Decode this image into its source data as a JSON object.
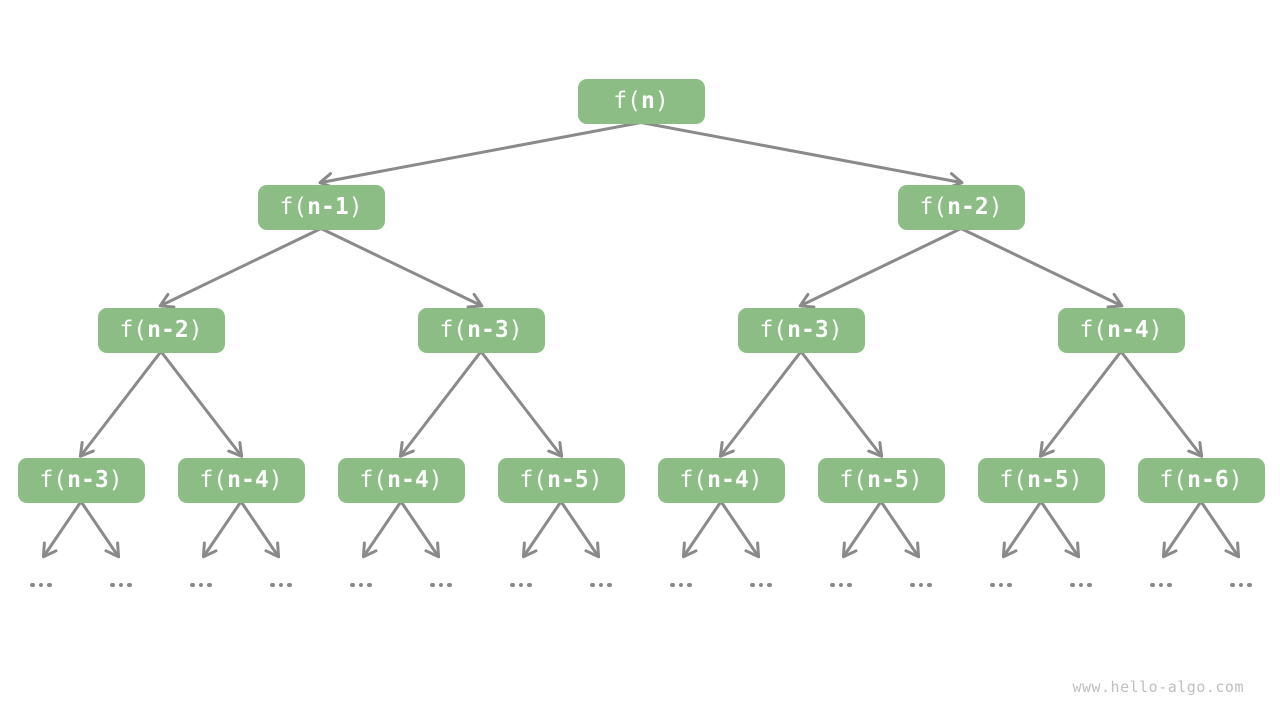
{
  "diagram": {
    "node_label_prefix": "f(",
    "node_label_suffix": ")",
    "levels": [
      [
        "n"
      ],
      [
        "n-1",
        "n-2"
      ],
      [
        "n-2",
        "n-3",
        "n-3",
        "n-4"
      ],
      [
        "n-3",
        "n-4",
        "n-4",
        "n-5",
        "n-4",
        "n-5",
        "n-5",
        "n-6"
      ]
    ],
    "node_labels_full": [
      [
        "f(n)"
      ],
      [
        "f(n-1)",
        "f(n-2)"
      ],
      [
        "f(n-2)",
        "f(n-3)",
        "f(n-3)",
        "f(n-4)"
      ],
      [
        "f(n-3)",
        "f(n-4)",
        "f(n-4)",
        "f(n-5)",
        "f(n-4)",
        "f(n-5)",
        "f(n-5)",
        "f(n-6)"
      ]
    ],
    "leaf_ellipsis": {
      "symbol": "...",
      "count": 16
    },
    "colors": {
      "background": "#ffffff",
      "node_fill": "#8bbd84",
      "node_text": "#ffffff",
      "arrow": "#8a8a8a",
      "watermark_text": "#bfbfbf"
    }
  },
  "watermark": {
    "text": "www.hello-algo.com"
  }
}
